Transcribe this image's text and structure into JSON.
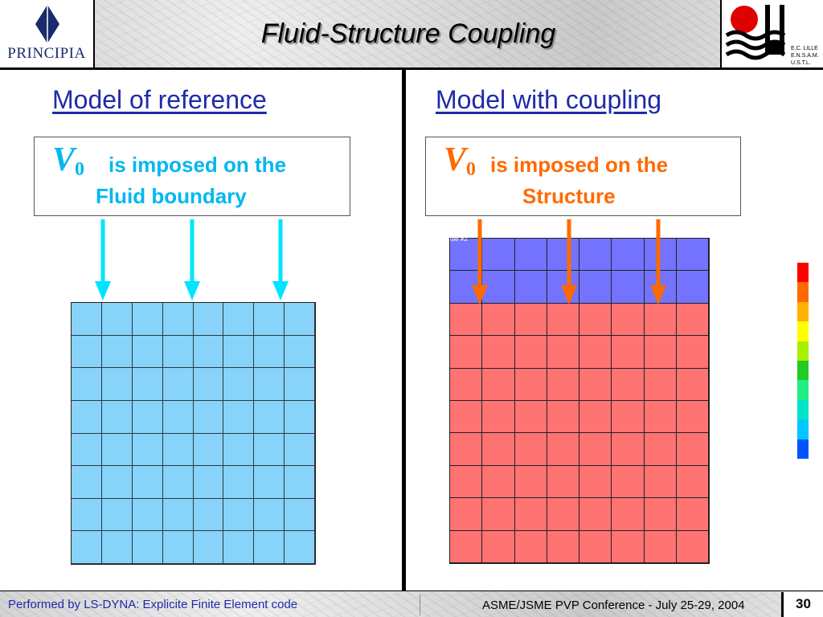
{
  "header": {
    "title": "Fluid-Structure Coupling",
    "logo_left_text": "PRINCIPIA",
    "logo_right_caption": [
      "E.C. LILLE",
      "E.N.S.A.M.",
      "U.S.T.L."
    ]
  },
  "left_panel": {
    "title": "Model of reference",
    "symbol": "V",
    "symbol_subscript": "0",
    "line1": "is imposed on the",
    "line2": "Fluid boundary",
    "text_color": "#00b7f0",
    "mesh_color": "#87d3fa",
    "mesh_columns": 8,
    "mesh_rows": 8
  },
  "right_panel": {
    "title": "Model with coupling",
    "symbol": "V",
    "symbol_subscript": "0",
    "line1": "is imposed on the",
    "line2": "Structure",
    "text_color": "#ff6a00",
    "part_label": "ole #2",
    "mesh_columns": 8,
    "structure_rows": 2,
    "fluid_rows": 8,
    "structure_color": "#7373ff",
    "fluid_color": "#ff7373"
  },
  "arrow_colors": {
    "left": "#00e5ff",
    "right": "#ff6a00"
  },
  "legend_colors": [
    "#ff0000",
    "#ff6a00",
    "#ffb000",
    "#ffff00",
    "#aaee00",
    "#22cc22",
    "#22ee88",
    "#00e5c8",
    "#00c8ff",
    "#0055ff"
  ],
  "footer": {
    "left": "Performed by LS-DYNA: Explicite Finite Element code",
    "right": "ASME/JSME PVP Conference - July 25-29, 2004",
    "page_number": "30"
  }
}
